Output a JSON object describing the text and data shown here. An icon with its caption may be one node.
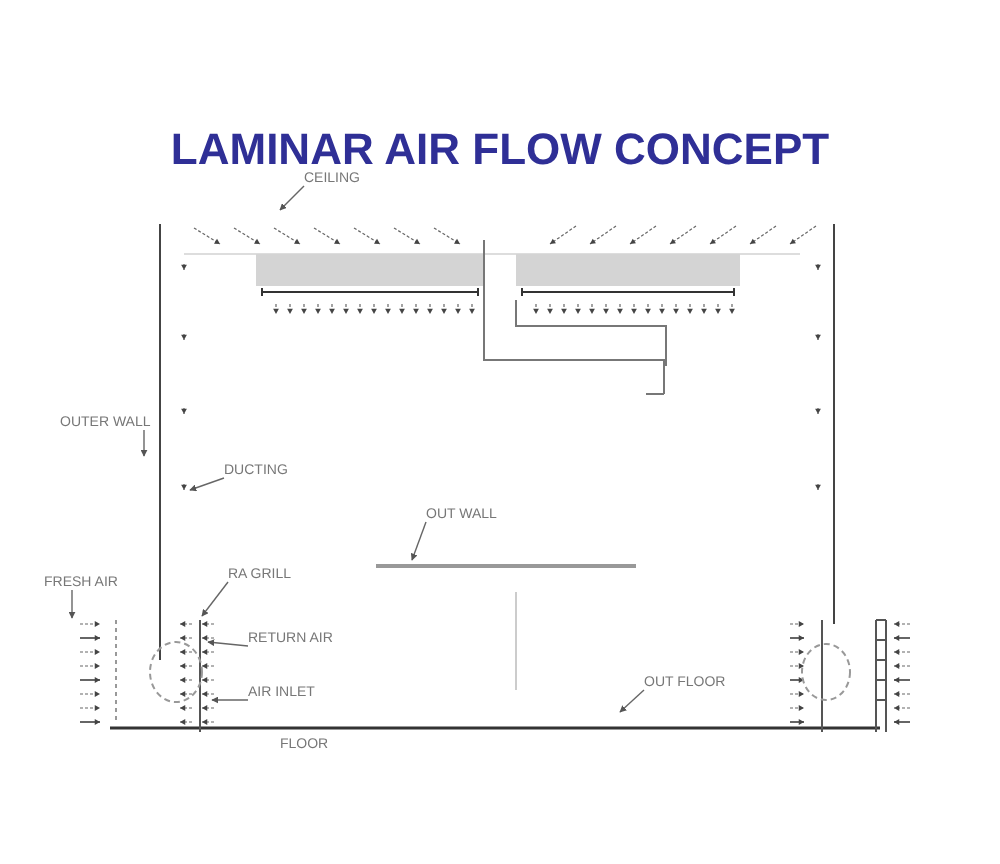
{
  "diagram": {
    "title": "LAMINAR AIR FLOW CONCEPT",
    "nodes": [
      {
        "text": [
          "CEILING"
        ]
      },
      {
        "text": [
          "OUTER WALL"
        ]
      },
      {
        "text": [
          "DUCTING"
        ]
      },
      {
        "text": [
          "OUT WALL"
        ]
      },
      {
        "text": [
          "FRESH AIR"
        ]
      },
      {
        "text": [
          "RA GRILL"
        ]
      },
      {
        "text": [
          "RETURN AIR"
        ]
      },
      {
        "text": [
          "AIR INLET"
        ]
      },
      {
        "text": [
          "OUT FLOOR"
        ]
      }
    ],
    "edges": [
      {
        "from": 0,
        "to": null,
        "arrow": "to"
      },
      {
        "from": 1,
        "to": null,
        "arrow": "to"
      },
      {
        "from": 2,
        "to": null,
        "arrow": "to"
      },
      {
        "from": 3,
        "to": null,
        "arrow": "to"
      },
      {
        "from": 4,
        "to": null,
        "arrow": "to"
      },
      {
        "from": 5,
        "to": null,
        "arrow": "to"
      },
      {
        "from": 6,
        "to": null,
        "arrow": "to"
      },
      {
        "from": 7,
        "to": null,
        "arrow": "to"
      },
      {
        "from": 8,
        "to": null,
        "arrow": "to"
      }
    ],
    "labels": [
      "FLOOR"
    ]
  }
}
